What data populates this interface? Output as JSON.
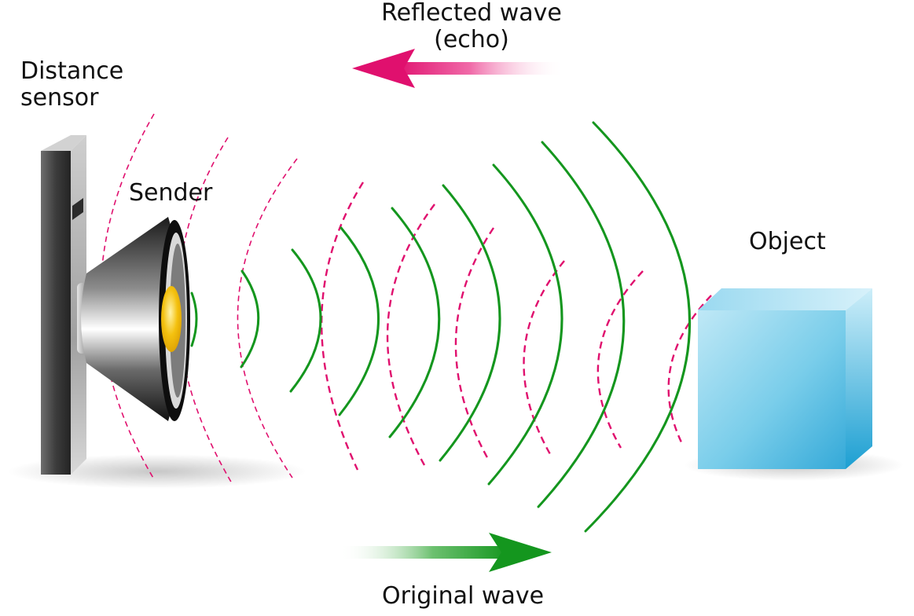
{
  "labels": {
    "distance_sensor": "Distance\nsensor",
    "sender": "Sender",
    "object": "Object",
    "reflected_wave": "Reflected wave\n(echo)",
    "original_wave": "Original wave"
  },
  "colors": {
    "original_wave": "#14961e",
    "reflected_wave": "#e0106e",
    "object_face": "#6ccbea",
    "sensor_body": "#4a4a4a",
    "sender_core": "#f4c10f"
  }
}
